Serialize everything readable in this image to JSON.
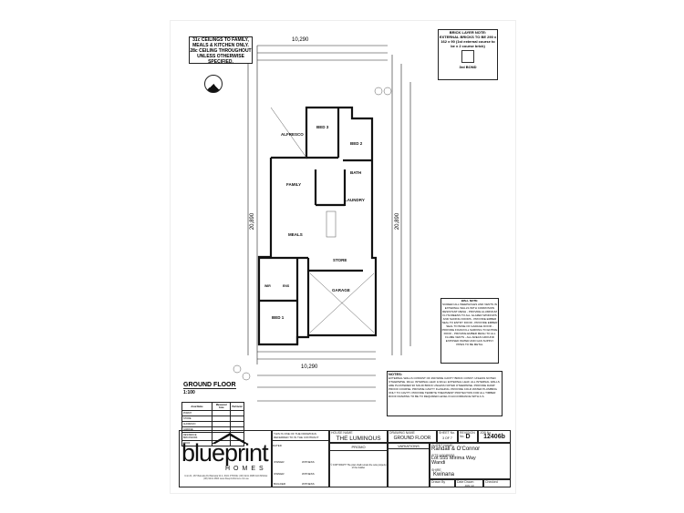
{
  "ceiling_note": "31c CEILINGS TO FAMILY, MEALS & KITCHEN ONLY. 28c CEILING THROUGHOUT UNLESS OTHERWISE SPECIFIED.",
  "brick_note": {
    "title": "BRICK LAYER NOTE:",
    "text": "EXTERNAL BRICKS TO BE 290 x 162 x 90 (1st external course to be x 2 course brick)",
    "bond": "3rd BOND"
  },
  "dimensions": {
    "overall_width": "10,290",
    "overall_length": "20,890"
  },
  "rooms": [
    "ALFRESCO",
    "BED 3",
    "BED 2",
    "FAMILY",
    "MEALS",
    "BATH",
    "LAUNDRY",
    "STORE",
    "GARAGE",
    "BED 1",
    "WIR",
    "ENS"
  ],
  "wall_note": {
    "title": "WALL NOTE:",
    "text": "SCREEN ALL WEEPHOLES AND VENTS IN EXTERNAL WALLS WITH CORROSION RESISTANT MESH - PROVIDE ALUMINIUM FLYSCREENS TO ALL GLAZED WINDOWS AND SLIDING DOORS - PROVIDE EMBER SEAL TO ENTRY DOOR - PROVIDE EMBER SEAL TO BASE OF GARAGE DOOR - PROVIDE FOAM FILL SARKING TO ENTIRE ROOF - PROVIDE EMBER MESH TO ALL FLUME VENTS - ALL AREAS GROUND EXPOSED WATER AND GAS SUPPLY PIPES TO BE METAL"
  },
  "notes": {
    "title": "NOTES:",
    "text": "EXTERNAL WALLS CONSIST OF 290 WIDE CAVITY BRICK CONST. UNLESS NOTED OTHERWISE. 90mm INTERNAL LEAF & 90mm EXTERNAL LEAF. ALL INTERNAL WALLS ARE PLASTERED 90 SOLID BRICK UNLESS NOTED OTHERWISE. PROVIDE DAMP PROOF COURSE. PROVIDE CAVITY FLASHING. PROVIDE COLD WATER PLUMBING ONLY TO CAVITY. PROVIDE TERMITE TREATMENT PROTECTION FOR ALL TIMBER ROOF FRAMING TO BE TO REQUIRED LEVEL IN ACCORDANCE WITH A.S."
  },
  "plan_title": "GROUND FLOOR",
  "plan_scale": "1:100",
  "area_table": {
    "headers": [
      "Area Name",
      "Measured Area",
      "Perimeter"
    ],
    "rows": [
      [
        "PORCH",
        "",
        ""
      ],
      [
        "STORE",
        "",
        ""
      ],
      [
        "ALFRESCO",
        "",
        ""
      ],
      [
        "GARAGE",
        "",
        ""
      ],
      [
        "RESIDENCE BRICKWORK",
        "",
        ""
      ],
      [
        "ROOF",
        "",
        ""
      ]
    ]
  },
  "title_block": {
    "brand": "blueprint",
    "brand_sub": "HOMES",
    "company_info": "Unit 20, 287 Balcatta Rd Balcatta W.A. 6021  PHONE: (08) 9241 4888  FACSIMILE: (08) 9241 4800  www.blueprinthomes.com.au",
    "contract_text": "THIS IS ONE OF THE DRAWINGS REFERRED TO IN THE CONTRACT",
    "dated": "DATED",
    "owner": "OWNER",
    "witness": "WITNESS",
    "builder": "BUILDER",
    "house_name_label": "HOUSE NAME",
    "house_name": "THE LUMINOUS",
    "drawing_name_label": "DRAWING NAME",
    "drawing_name": "GROUND FLOOR",
    "sheet_label": "SHEET No.",
    "sheet": "3 OF 7",
    "revision_label": "REVISION No.",
    "revision": "D",
    "job_label": "JOB No.",
    "job": "12406b",
    "promo": "PROMO",
    "variations": "VARIATIONS",
    "copyright": "© COPYRIGHT The plan shall remain the sole property of the builder",
    "client_label": "CLIENT NAME",
    "client": "Randall & O'Connor",
    "site_label": "SITE ADDRESS",
    "site": "Lot 555 Mirima Way Wandi",
    "shire_label": "SHIRE",
    "shire": "Kwinana",
    "drawn_label": "Drawn By",
    "date_drawn_label": "Date Drawn",
    "date_drawn": "JUN 13",
    "checked_label": "Checked"
  }
}
